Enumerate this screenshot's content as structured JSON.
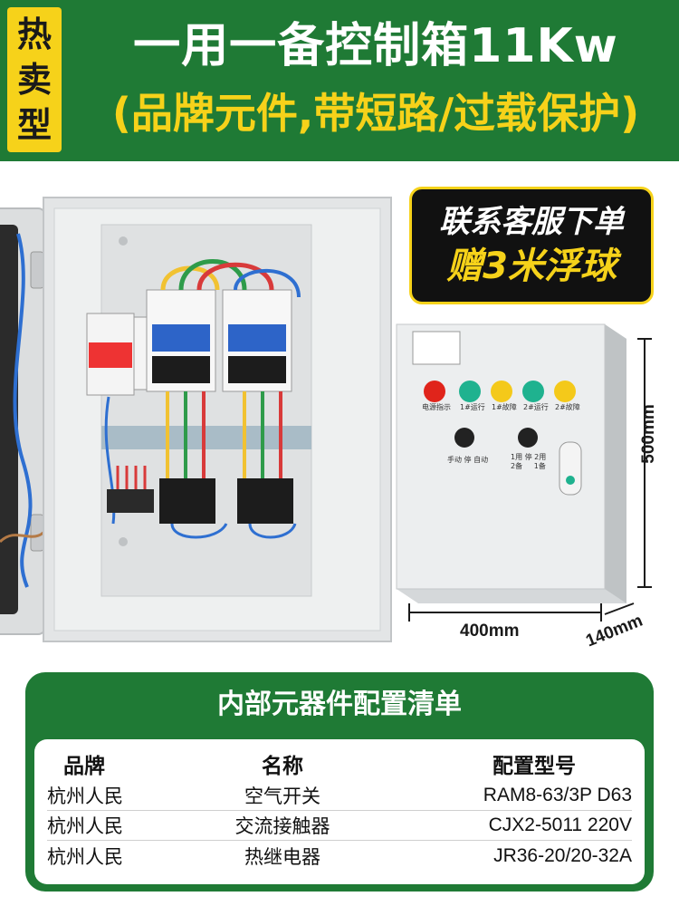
{
  "header": {
    "badge": [
      "热",
      "卖",
      "型"
    ],
    "title": "一用一备控制箱11Kw",
    "subtitle": "(品牌元件,带短路/过载保护)"
  },
  "promo": {
    "line1": "联系客服下单",
    "line2": "赠3米浮球"
  },
  "dimensions": {
    "width": "400mm",
    "depth": "140mm",
    "height": "500mm"
  },
  "box_labels": {
    "power": "电源指示",
    "run1": "1#运行",
    "fault1": "1#故障",
    "run2": "2#运行",
    "fault2": "2#故障",
    "mode": "手动 停 自动",
    "select": "1用 停 2用\n2备     1备"
  },
  "specs": {
    "title": "内部元器件配置清单",
    "headers": [
      "品牌",
      "名称",
      "配置型号"
    ],
    "rows": [
      [
        "杭州人民",
        "空气开关",
        "RAM8-63/3P  D63"
      ],
      [
        "杭州人民",
        "交流接触器",
        "CJX2-5011  220V"
      ],
      [
        "杭州人民",
        "热继电器",
        "JR36-20/20-32A"
      ]
    ]
  },
  "colors": {
    "brand_green": "#1f7a35",
    "accent_yellow": "#f6d21a"
  }
}
